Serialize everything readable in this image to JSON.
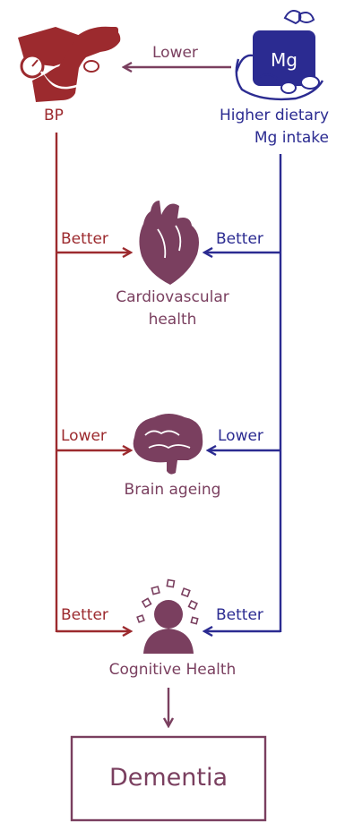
{
  "colors": {
    "red": "#9c2a2e",
    "blue": "#2b2b91",
    "plum": "#7a3f5f",
    "arrow_top": "#7a3f5f"
  },
  "nodes": {
    "bp": {
      "label": "BP",
      "icon": "blood-pressure-cuff-icon"
    },
    "mg": {
      "line1": "Higher dietary",
      "line2": "Mg intake",
      "icon_text": "Mg",
      "icon": "magnesium-food-bag-icon"
    },
    "cardio": {
      "line1": "Cardiovascular",
      "line2": "health",
      "icon": "heart-icon"
    },
    "brain": {
      "label": "Brain ageing",
      "icon": "brain-icon"
    },
    "cognitive": {
      "label": "Cognitive Health",
      "icon": "person-head-icon"
    },
    "dementia": {
      "label": "Dementia"
    }
  },
  "edges": {
    "mg_to_bp": "Lower",
    "bp_to_cardio": "Better",
    "mg_to_cardio": "Better",
    "bp_to_brain": "Lower",
    "mg_to_brain": "Lower",
    "bp_to_cognitive": "Better",
    "mg_to_cognitive": "Better"
  }
}
